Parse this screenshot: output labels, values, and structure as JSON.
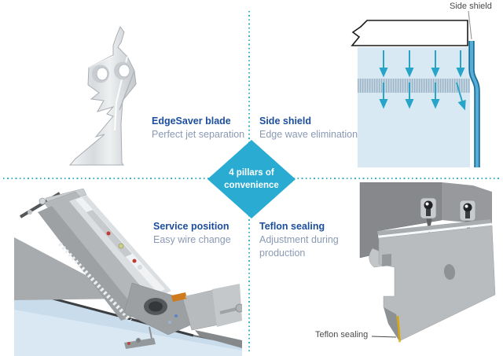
{
  "diagram": {
    "center_badge": {
      "lines": [
        "4 pillars of",
        "convenience"
      ],
      "color": "#2aabd2"
    },
    "pillars": [
      {
        "id": "edgesaver-blade",
        "title": "EdgeSaver blade",
        "subtitle": "Perfect jet separation"
      },
      {
        "id": "side-shield",
        "title": "Side shield",
        "subtitle": "Edge wave elimination",
        "annotation": "Side shield"
      },
      {
        "id": "service-position",
        "title": "Service position",
        "subtitle": "Easy wire change"
      },
      {
        "id": "teflon-sealing",
        "title": "Teflon sealing",
        "subtitle": "Adjustment during production",
        "annotation": "Teflon sealing"
      }
    ],
    "illustrations": {
      "top_left": "edgesaver-blade-3d-render",
      "top_right": "side-shield-jet-diagram",
      "bottom_left": "service-position-3d-render",
      "bottom_right": "teflon-sealing-3d-render"
    },
    "colors": {
      "accent_cyan": "#2aabd2",
      "heading_blue": "#1c4e9b",
      "subtitle_gray_blue": "#8a99b3",
      "dotted_line": "#35b2cb",
      "annotation_gray": "#4a4a4a",
      "jet_fill": "#d8e9f3",
      "arrow_cyan": "#27a5c9",
      "shield_outline": "#1d6e96",
      "seal_yellow": "#d9a50a"
    }
  }
}
